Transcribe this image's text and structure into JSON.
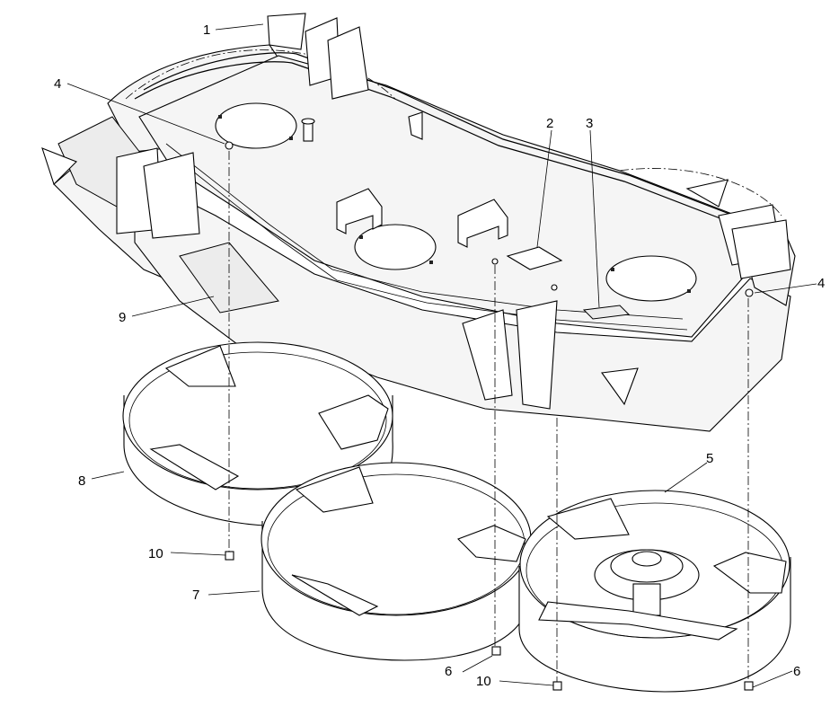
{
  "callouts": {
    "c1": "1",
    "c2": "2",
    "c3": "3",
    "c4_left": "4",
    "c4_right": "4",
    "c5": "5",
    "c6_mid": "6",
    "c6_right": "6",
    "c7": "7",
    "c8": "8",
    "c9": "9",
    "c10_left": "10",
    "c10_mid": "10"
  }
}
